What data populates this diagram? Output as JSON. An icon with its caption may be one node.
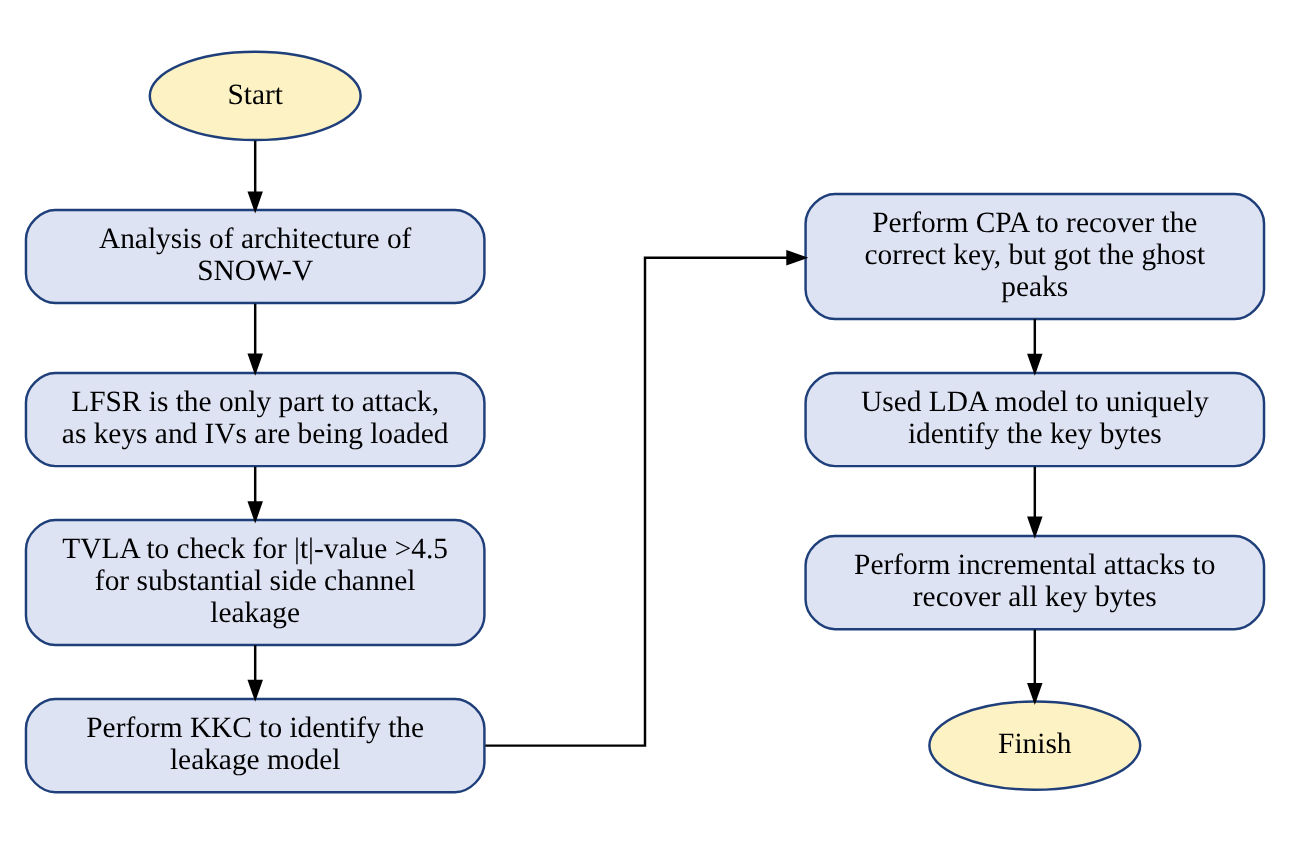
{
  "diagram": {
    "nodes": [
      {
        "text": [
          "Start"
        ]
      },
      {
        "text": [
          "Analysis of architecture of SNOW-V"
        ]
      },
      {
        "text": [
          "LFSR is the only part to attack, as keys and IVs are being loaded"
        ]
      },
      {
        "text": [
          "TVLA to check for |t|-value >4.5 for substantial side channel leakage"
        ]
      },
      {
        "text": [
          "Perform KKC to identify the leakage model"
        ]
      },
      {
        "text": [
          "Perform CPA to recover the correct key, but got the ghost peaks"
        ]
      },
      {
        "text": [
          "Used LDA model to uniquely identify the key bytes"
        ]
      },
      {
        "text": [
          "Perform incremental attacks to recover all key bytes"
        ]
      },
      {
        "text": [
          "Finish"
        ]
      }
    ],
    "edges": [
      {
        "from": 0,
        "to": 1,
        "arrow": "to"
      },
      {
        "from": 1,
        "to": 2,
        "arrow": "to"
      },
      {
        "from": 2,
        "to": 3,
        "arrow": "to"
      },
      {
        "from": 3,
        "to": 4,
        "arrow": "to"
      },
      {
        "from": 4,
        "to": 5,
        "arrow": "to"
      },
      {
        "from": 5,
        "to": 6,
        "arrow": "to"
      },
      {
        "from": 6,
        "to": 7,
        "arrow": "to"
      },
      {
        "from": 7,
        "to": 8,
        "arrow": "to"
      }
    ]
  }
}
